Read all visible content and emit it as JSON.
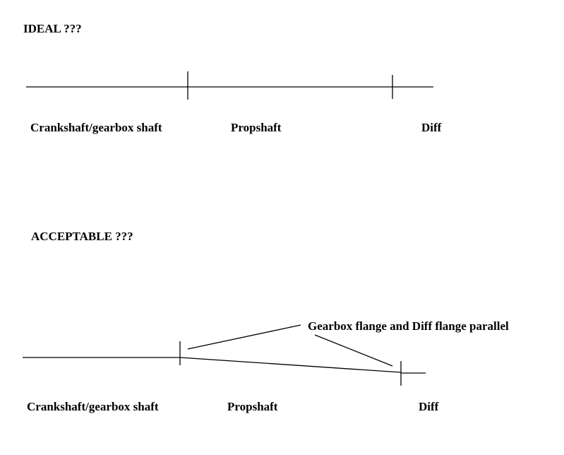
{
  "ideal": {
    "heading": "IDEAL ???",
    "labels": {
      "crankshaft": "Crankshaft/gearbox shaft",
      "propshaft": "Propshaft",
      "diff": "Diff"
    }
  },
  "acceptable": {
    "heading": "ACCEPTABLE ???",
    "labels": {
      "crankshaft": "Crankshaft/gearbox shaft",
      "propshaft": "Propshaft",
      "diff": "Diff"
    },
    "annotation": "Gearbox flange and Diff flange parallel"
  }
}
